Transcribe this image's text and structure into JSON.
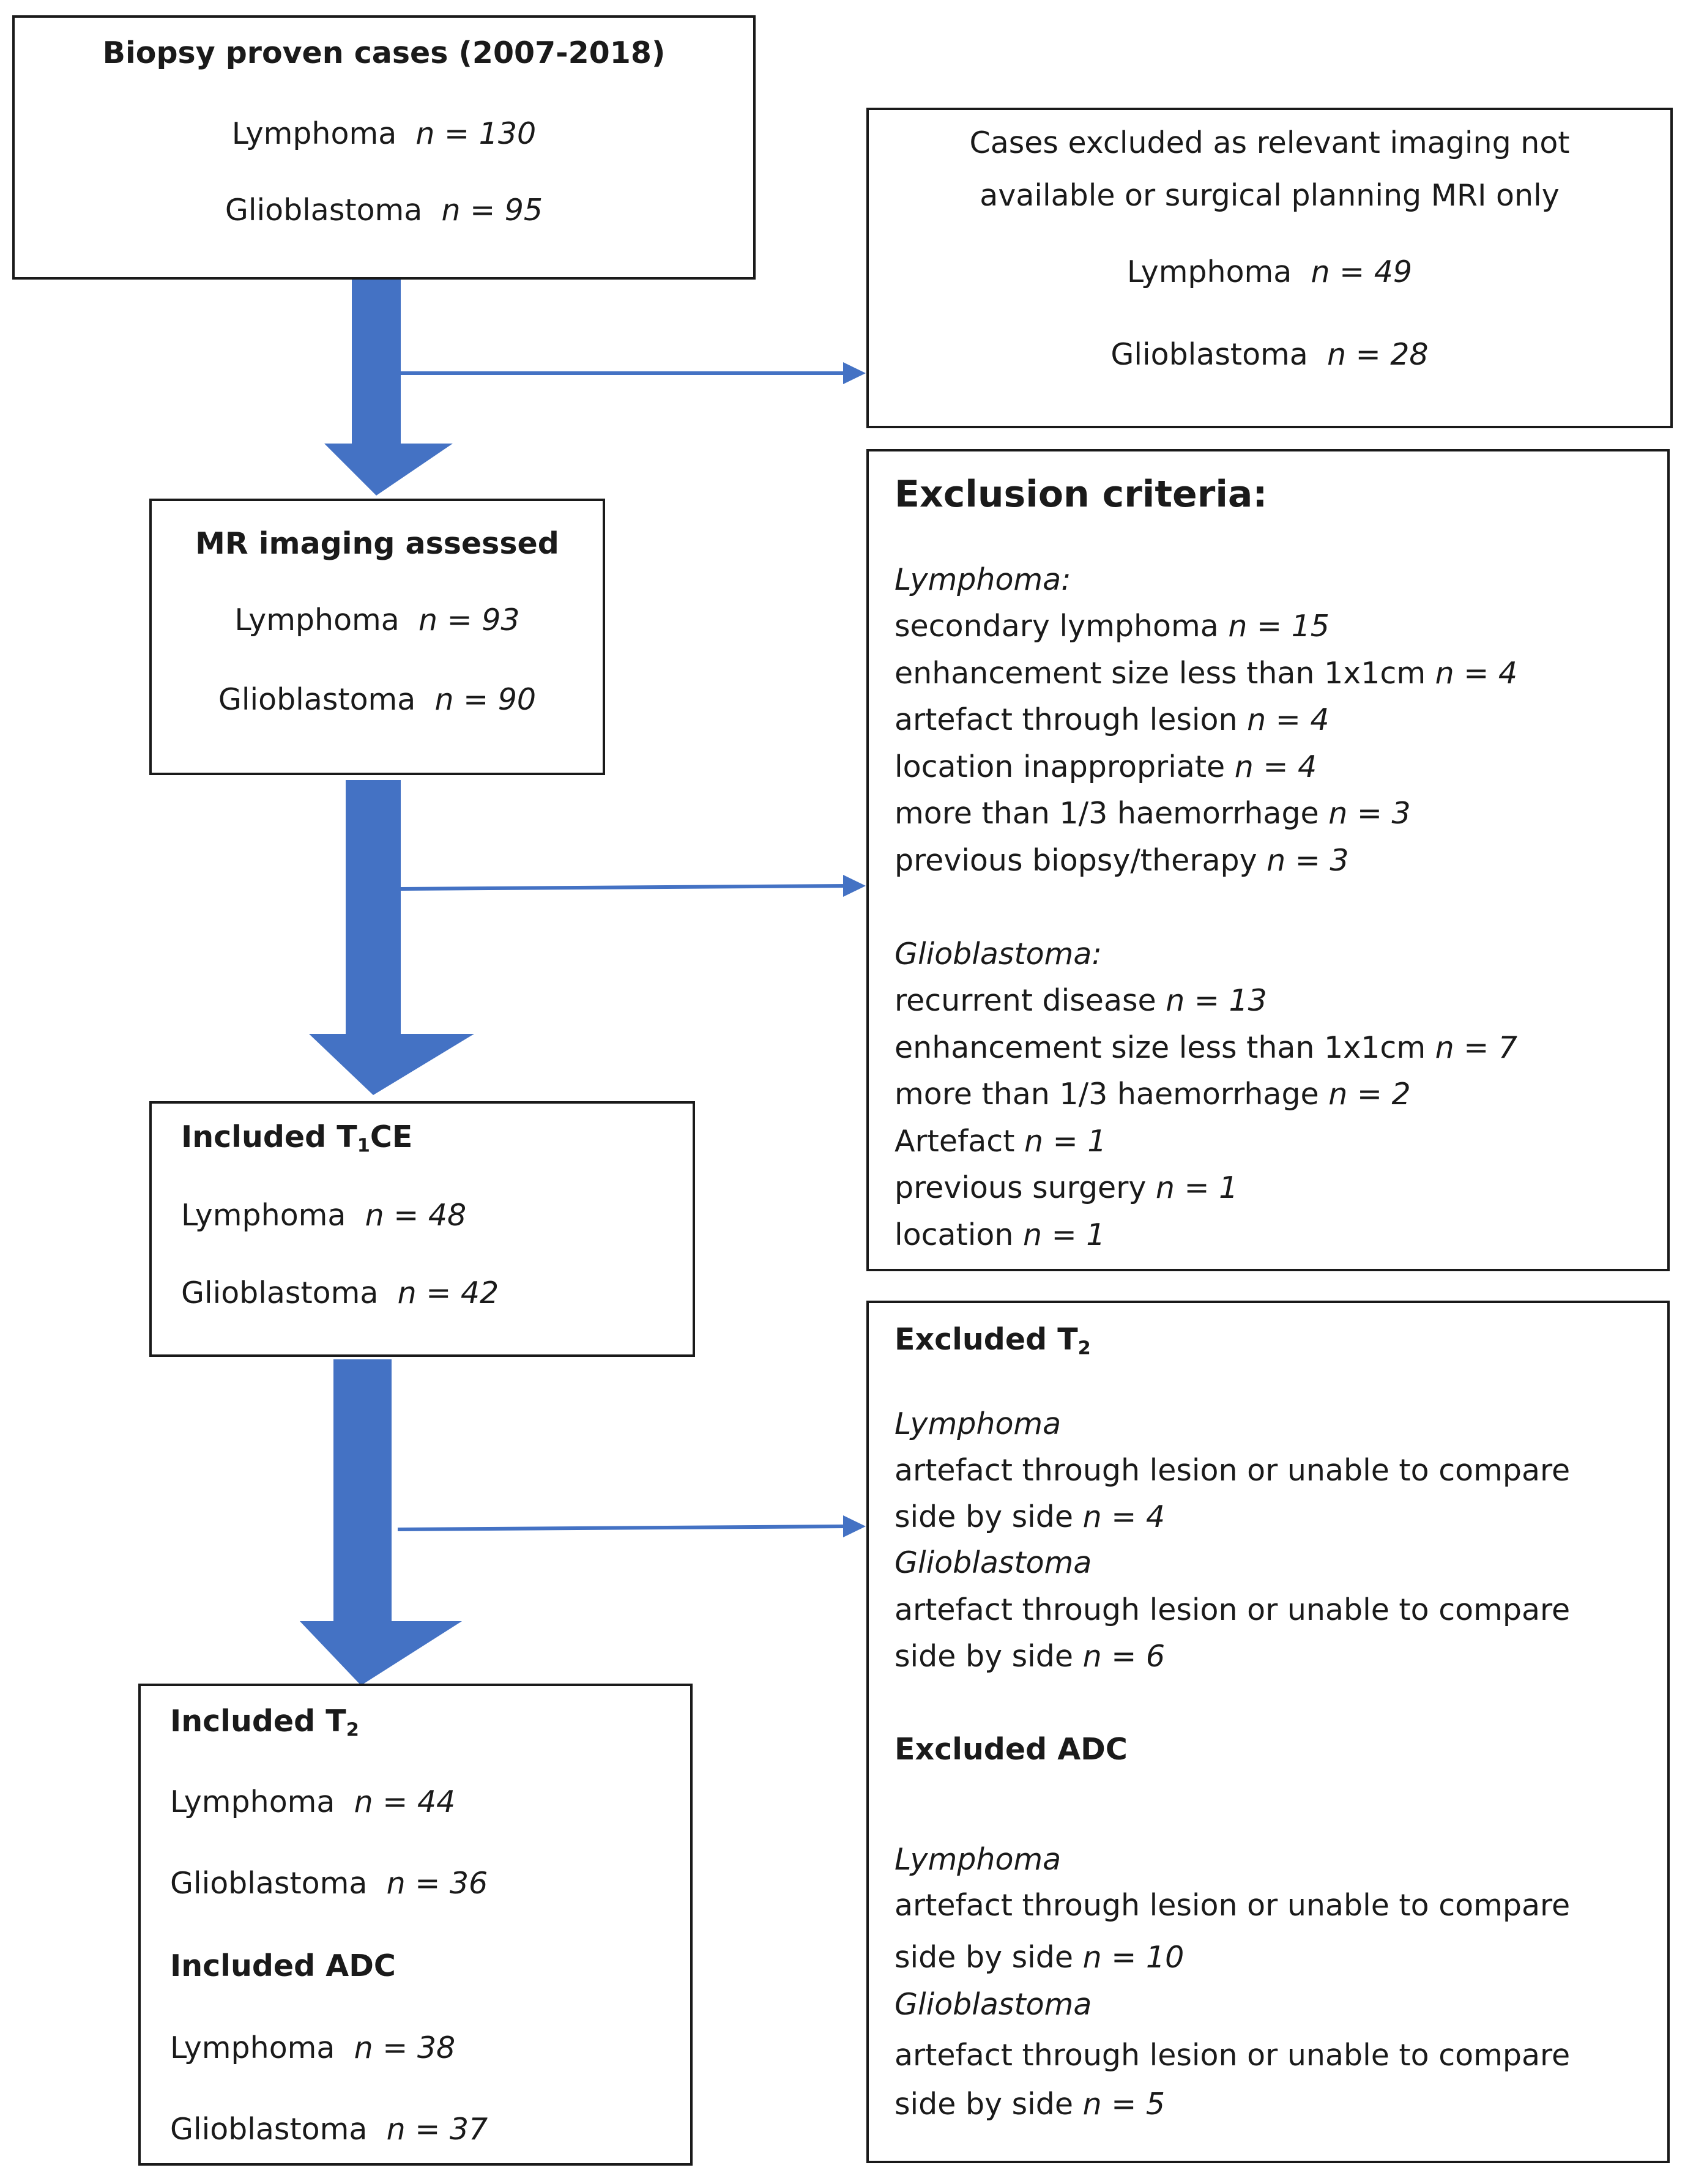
{
  "colors": {
    "arrow": "#4472C4",
    "border": "#1a1a1a",
    "text": "#1a1a1a"
  },
  "box_biopsy": {
    "title": "Biopsy proven cases (2007-2018)",
    "lymphoma_label": "Lymphoma",
    "lymphoma_n": "n = 130",
    "glioblastoma_label": "Glioblastoma",
    "glioblastoma_n": "n = 95"
  },
  "box_excluded_imaging": {
    "line1": "Cases excluded as relevant imaging not",
    "line2": "available or surgical planning MRI only",
    "lymphoma_label": "Lymphoma",
    "lymphoma_n": "n = 49",
    "glioblastoma_label": "Glioblastoma",
    "glioblastoma_n": "n = 28"
  },
  "box_mr_assessed": {
    "title": "MR imaging assessed",
    "lymphoma_label": "Lymphoma",
    "lymphoma_n": "n = 93",
    "glioblastoma_label": "Glioblastoma",
    "glioblastoma_n": "n = 90"
  },
  "box_exclusion_criteria": {
    "title": "Exclusion criteria:",
    "lymphoma_heading": "Lymphoma:",
    "lymphoma_items": [
      {
        "text": "secondary lymphoma ",
        "n": "n = 15"
      },
      {
        "text": "enhancement size less than 1x1cm ",
        "n": "n = 4"
      },
      {
        "text": "artefact through lesion ",
        "n": "n = 4"
      },
      {
        "text": "location inappropriate ",
        "n": "n = 4"
      },
      {
        "text": "more than 1/3 haemorrhage ",
        "n": "n = 3"
      },
      {
        "text": "previous biopsy/therapy ",
        "n": "n = 3"
      }
    ],
    "glioblastoma_heading": "Glioblastoma:",
    "glioblastoma_items": [
      {
        "text": "recurrent disease ",
        "n": "n = 13"
      },
      {
        "text": "enhancement size less than 1x1cm ",
        "n": "n = 7"
      },
      {
        "text": "more than 1/3 haemorrhage ",
        "n": "n = 2"
      },
      {
        "text": "Artefact ",
        "n": "n = 1"
      },
      {
        "text": "previous surgery ",
        "n": "n = 1"
      },
      {
        "text": "location ",
        "n": "n = 1"
      }
    ]
  },
  "box_included_t1ce": {
    "title_prefix": "Included T",
    "title_sub": "1",
    "title_suffix": "CE",
    "lymphoma_label": "Lymphoma",
    "lymphoma_n": "n = 48",
    "glioblastoma_label": "Glioblastoma",
    "glioblastoma_n": "n = 42"
  },
  "box_excluded_t2_adc": {
    "t2_title_prefix": "Excluded T",
    "t2_title_sub": "2",
    "t2_lymphoma_heading": "Lymphoma",
    "t2_lymphoma_line1": "artefact through lesion or unable to compare",
    "t2_lymphoma_line2": "side by side ",
    "t2_lymphoma_n": "n = 4",
    "t2_glioblastoma_heading": "Glioblastoma",
    "t2_glioblastoma_line1": "artefact through lesion or unable to compare",
    "t2_glioblastoma_line2": "side by side ",
    "t2_glioblastoma_n": "n = 6",
    "adc_title": "Excluded ADC",
    "adc_lymphoma_heading": "Lymphoma",
    "adc_lymphoma_line1": "artefact through lesion or unable to compare",
    "adc_lymphoma_line2": "side by side ",
    "adc_lymphoma_n": "n = 10",
    "adc_glioblastoma_heading": "Glioblastoma",
    "adc_glioblastoma_line1": "artefact through lesion or unable to compare",
    "adc_glioblastoma_line2": "side by side ",
    "adc_glioblastoma_n": "n = 5"
  },
  "box_included_t2_adc": {
    "t2_title_prefix": "Included T",
    "t2_title_sub": "2",
    "t2_lymphoma_label": "Lymphoma",
    "t2_lymphoma_n": "n = 44",
    "t2_glioblastoma_label": "Glioblastoma",
    "t2_glioblastoma_n": "n = 36",
    "adc_title": "Included ADC",
    "adc_lymphoma_label": "Lymphoma",
    "adc_lymphoma_n": "n = 38",
    "adc_glioblastoma_label": "Glioblastoma",
    "adc_glioblastoma_n": "n = 37"
  }
}
